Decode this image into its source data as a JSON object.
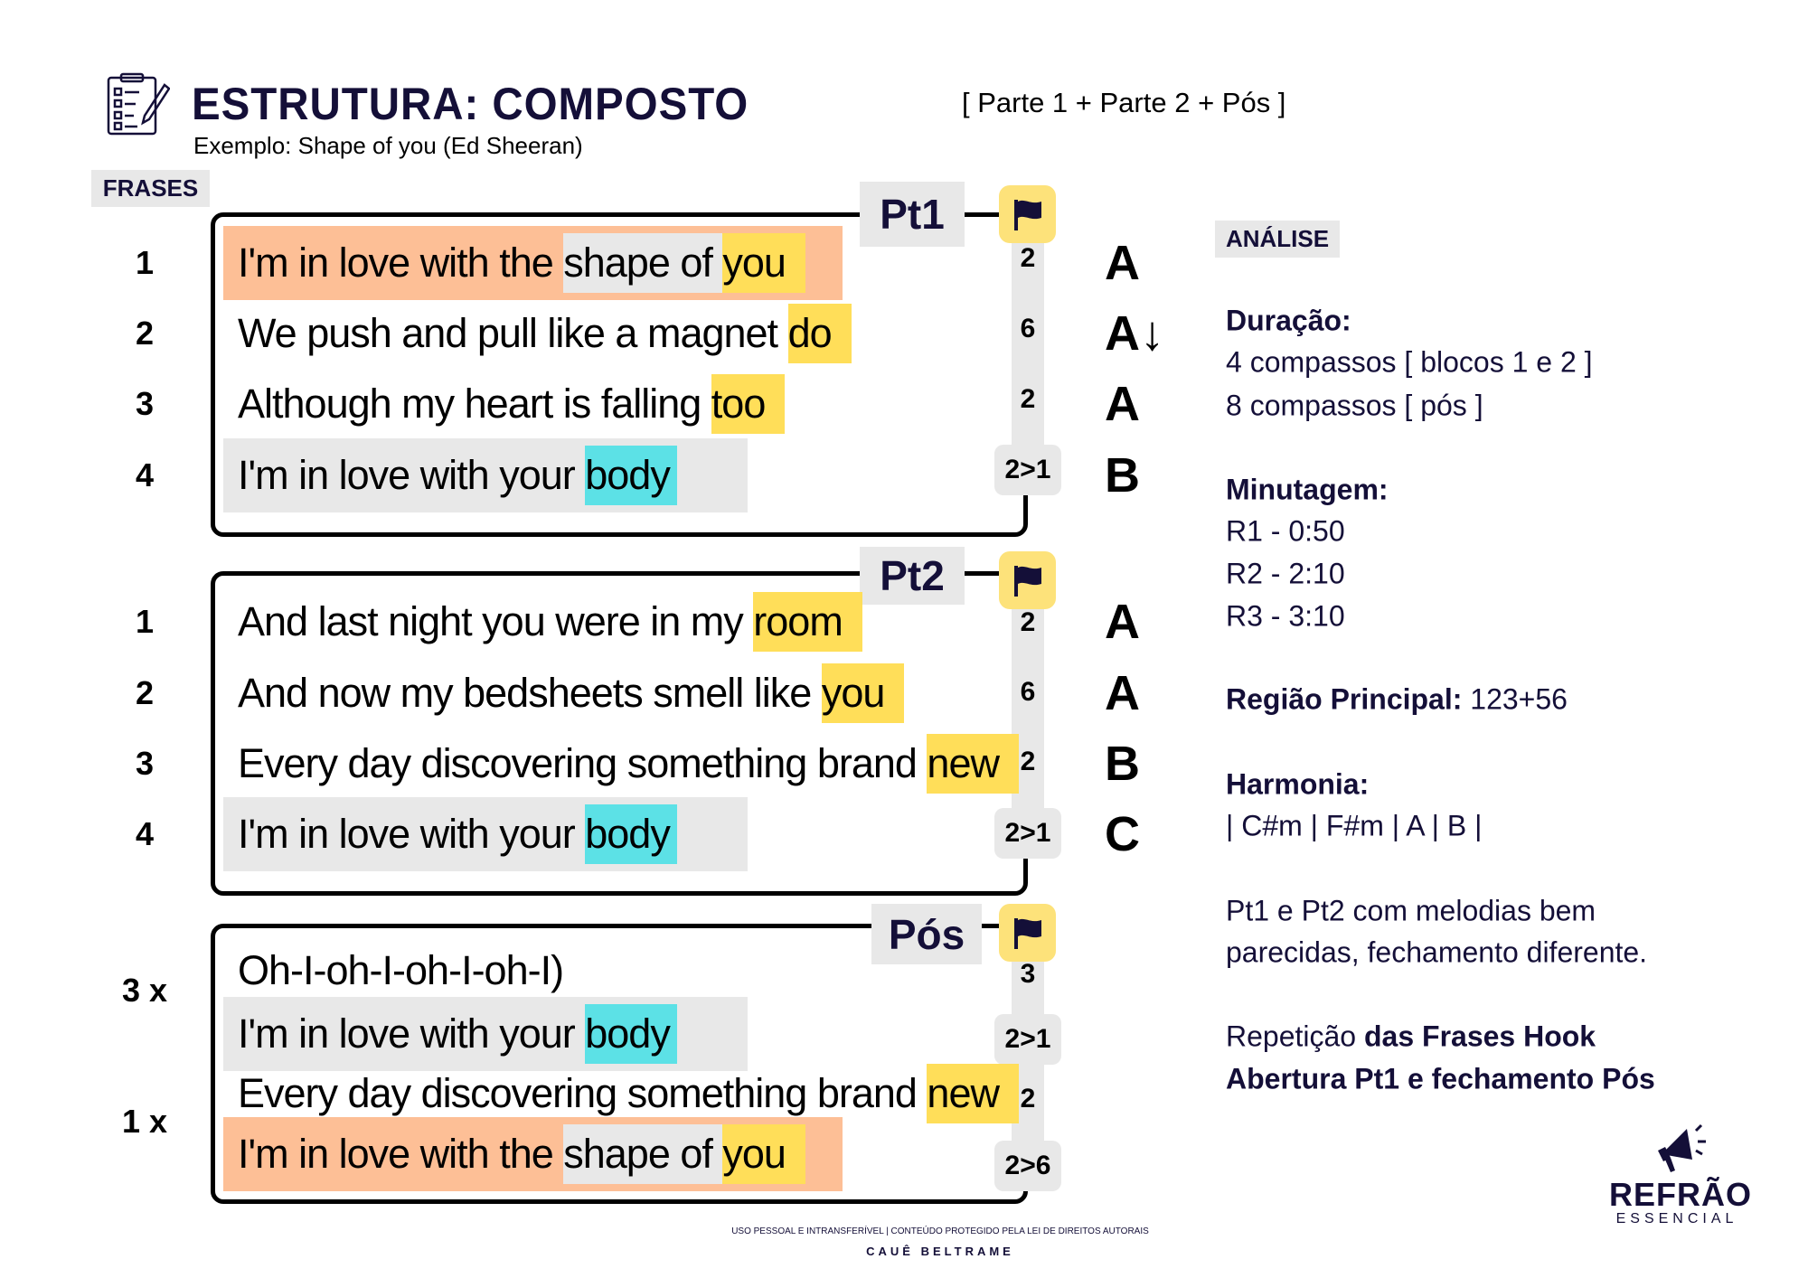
{
  "header": {
    "title": "ESTRUTURA: COMPOSTO",
    "subtitle": "Exemplo: Shape of you (Ed Sheeran)",
    "formula": "[ Parte 1 + Parte 2 + Pós ]",
    "icon": "checklist-pencil-icon"
  },
  "frases_label": "FRASES",
  "sections": [
    {
      "label": "Pt1",
      "rows": [
        {
          "num": "1",
          "bg": "peach",
          "segs": [
            {
              "t": "I'm in love with the ",
              "h": ""
            },
            {
              "t": "shape of ",
              "h": "grey"
            },
            {
              "t": "you",
              "h": "yellow"
            }
          ],
          "count": "2",
          "letter": "A"
        },
        {
          "num": "2",
          "bg": "",
          "segs": [
            {
              "t": "We push and pull like a magnet ",
              "h": ""
            },
            {
              "t": "do",
              "h": "yellow"
            }
          ],
          "count": "6",
          "letter": "A↓"
        },
        {
          "num": "3",
          "bg": "",
          "segs": [
            {
              "t": "Although my heart is falling ",
              "h": ""
            },
            {
              "t": "too",
              "h": "yellow"
            }
          ],
          "count": "2",
          "letter": "A"
        },
        {
          "num": "4",
          "bg": "grey",
          "segs": [
            {
              "t": "I'm in love with your ",
              "h": ""
            },
            {
              "t": "body",
              "h": "cyan"
            }
          ],
          "count": "2>1",
          "letter": "B"
        }
      ]
    },
    {
      "label": "Pt2",
      "rows": [
        {
          "num": "1",
          "bg": "",
          "segs": [
            {
              "t": "And last night you were in my ",
              "h": ""
            },
            {
              "t": "room",
              "h": "yellow"
            }
          ],
          "count": "2",
          "letter": "A"
        },
        {
          "num": "2",
          "bg": "",
          "segs": [
            {
              "t": "And now my bedsheets smell like ",
              "h": ""
            },
            {
              "t": "you",
              "h": "yellow"
            }
          ],
          "count": "6",
          "letter": "A"
        },
        {
          "num": "3",
          "bg": "",
          "segs": [
            {
              "t": "Every day discovering something brand ",
              "h": ""
            },
            {
              "t": "new",
              "h": "yellow"
            }
          ],
          "count": "2",
          "letter": "B"
        },
        {
          "num": "4",
          "bg": "grey",
          "segs": [
            {
              "t": "I'm in love with your ",
              "h": ""
            },
            {
              "t": "body",
              "h": "cyan"
            }
          ],
          "count": "2>1",
          "letter": "C"
        }
      ]
    },
    {
      "label": "Pós",
      "rows": [
        {
          "num": "",
          "bg": "",
          "segs": [
            {
              "t": "Oh-I-oh-I-oh-I-oh-I)",
              "h": ""
            }
          ],
          "count": "3",
          "letter": ""
        },
        {
          "num": "",
          "bg": "grey",
          "segs": [
            {
              "t": "I'm in love with your ",
              "h": ""
            },
            {
              "t": "body",
              "h": "cyan"
            }
          ],
          "count": "2>1",
          "letter": ""
        },
        {
          "num": "",
          "bg": "",
          "segs": [
            {
              "t": "Every day discovering something brand ",
              "h": ""
            },
            {
              "t": "new",
              "h": "yellow"
            }
          ],
          "count": "2",
          "letter": ""
        },
        {
          "num": "",
          "bg": "peach",
          "segs": [
            {
              "t": "I'm in love with the ",
              "h": ""
            },
            {
              "t": "shape of ",
              "h": "grey"
            },
            {
              "t": "you",
              "h": "yellow"
            }
          ],
          "count": "2>6",
          "letter": ""
        }
      ],
      "repeats": [
        "3 x",
        "1 x"
      ]
    }
  ],
  "analysis": {
    "label": "ANÁLISE",
    "lines": [
      {
        "b": "Duração:",
        "t": ""
      },
      {
        "b": "",
        "t": "4 compassos [ blocos 1 e 2 ]"
      },
      {
        "b": "",
        "t": "8 compassos [ pós ]"
      },
      {
        "b": "Minutagem:",
        "t": ""
      },
      {
        "b": "",
        "t": "R1 - 0:50"
      },
      {
        "b": "",
        "t": "R2 - 2:10"
      },
      {
        "b": "",
        "t": "R3 - 3:10"
      },
      {
        "b": "Região Principal:",
        "t": " 123+56"
      },
      {
        "b": "Harmonia:",
        "t": ""
      },
      {
        "b": "",
        "t": "| C#m | F#m | A | B |"
      },
      {
        "b": "",
        "t": "Pt1 e Pt2 com melodias bem"
      },
      {
        "b": "",
        "t": "parecidas, fechamento diferente."
      },
      {
        "b": "",
        "t": "Repetição ",
        "b2": "das Frases Hook"
      },
      {
        "b": "Abertura Pt1 e fechamento Pós",
        "t": ""
      }
    ]
  },
  "footer": {
    "notice": "USO PESSOAL E INTRANSFERÍVEL | CONTEÚDO PROTEGIDO PELA LEI DE DIREITOS AUTORAIS",
    "author": "CAUÊ BELTRAME"
  },
  "logo": {
    "name": "REFRÃO",
    "tagline": "ESSENCIAL",
    "icon": "megaphone-icon"
  },
  "colors": {
    "peach": "#FDBF96",
    "yellow": "#FFDE59",
    "grey": "#E8E8E8",
    "cyan": "#5CE1E6",
    "navy": "#140F38"
  }
}
